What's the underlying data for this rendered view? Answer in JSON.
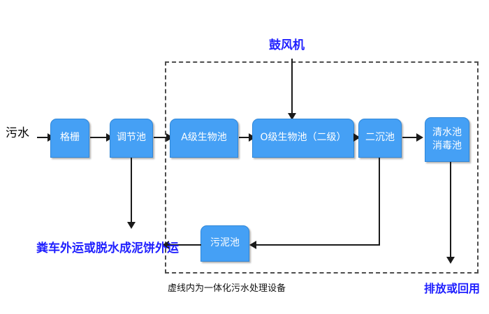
{
  "diagram": {
    "title_note": "虚线内为一体化污水处理设备",
    "inlet_label": "污水",
    "blower_label": "鼓风机",
    "sludge_outlet_label": "粪车外运或脱水成泥饼外运",
    "effluent_label": "排放或回用",
    "colors": {
      "node_fill": "#45a0f5",
      "node_border": "#2e86d8",
      "node_text": "#ffffff",
      "blue_text": "#1f1fff",
      "line": "#1a1a1a",
      "dashed_border": "#4d4d4d",
      "background": "#ffffff"
    },
    "nodes": [
      {
        "id": "grille",
        "label": "格栅"
      },
      {
        "id": "regulating",
        "label": "调节池"
      },
      {
        "id": "a_stage",
        "label": "A级生物池"
      },
      {
        "id": "o_stage",
        "label": "O级生物池（二级）"
      },
      {
        "id": "secondary",
        "label": "二沉池"
      },
      {
        "id": "clearwater",
        "label": "清水池\n消毒池"
      },
      {
        "id": "sludge",
        "label": "污泥池"
      }
    ],
    "flow_sequence": [
      "污水",
      "格栅",
      "调节池",
      "A级生物池",
      "O级生物池（二级）",
      "二沉池",
      "清水池消毒池",
      "排放或回用"
    ],
    "side_flows": [
      {
        "from": "调节池",
        "to": "粪车外运或脱水成泥饼外运"
      },
      {
        "from": "二沉池",
        "to": "污泥池"
      },
      {
        "from": "污泥池",
        "to": "粪车外运或脱水成泥饼外运"
      },
      {
        "from": "鼓风机",
        "to": "O级生物池（二级）"
      }
    ]
  }
}
